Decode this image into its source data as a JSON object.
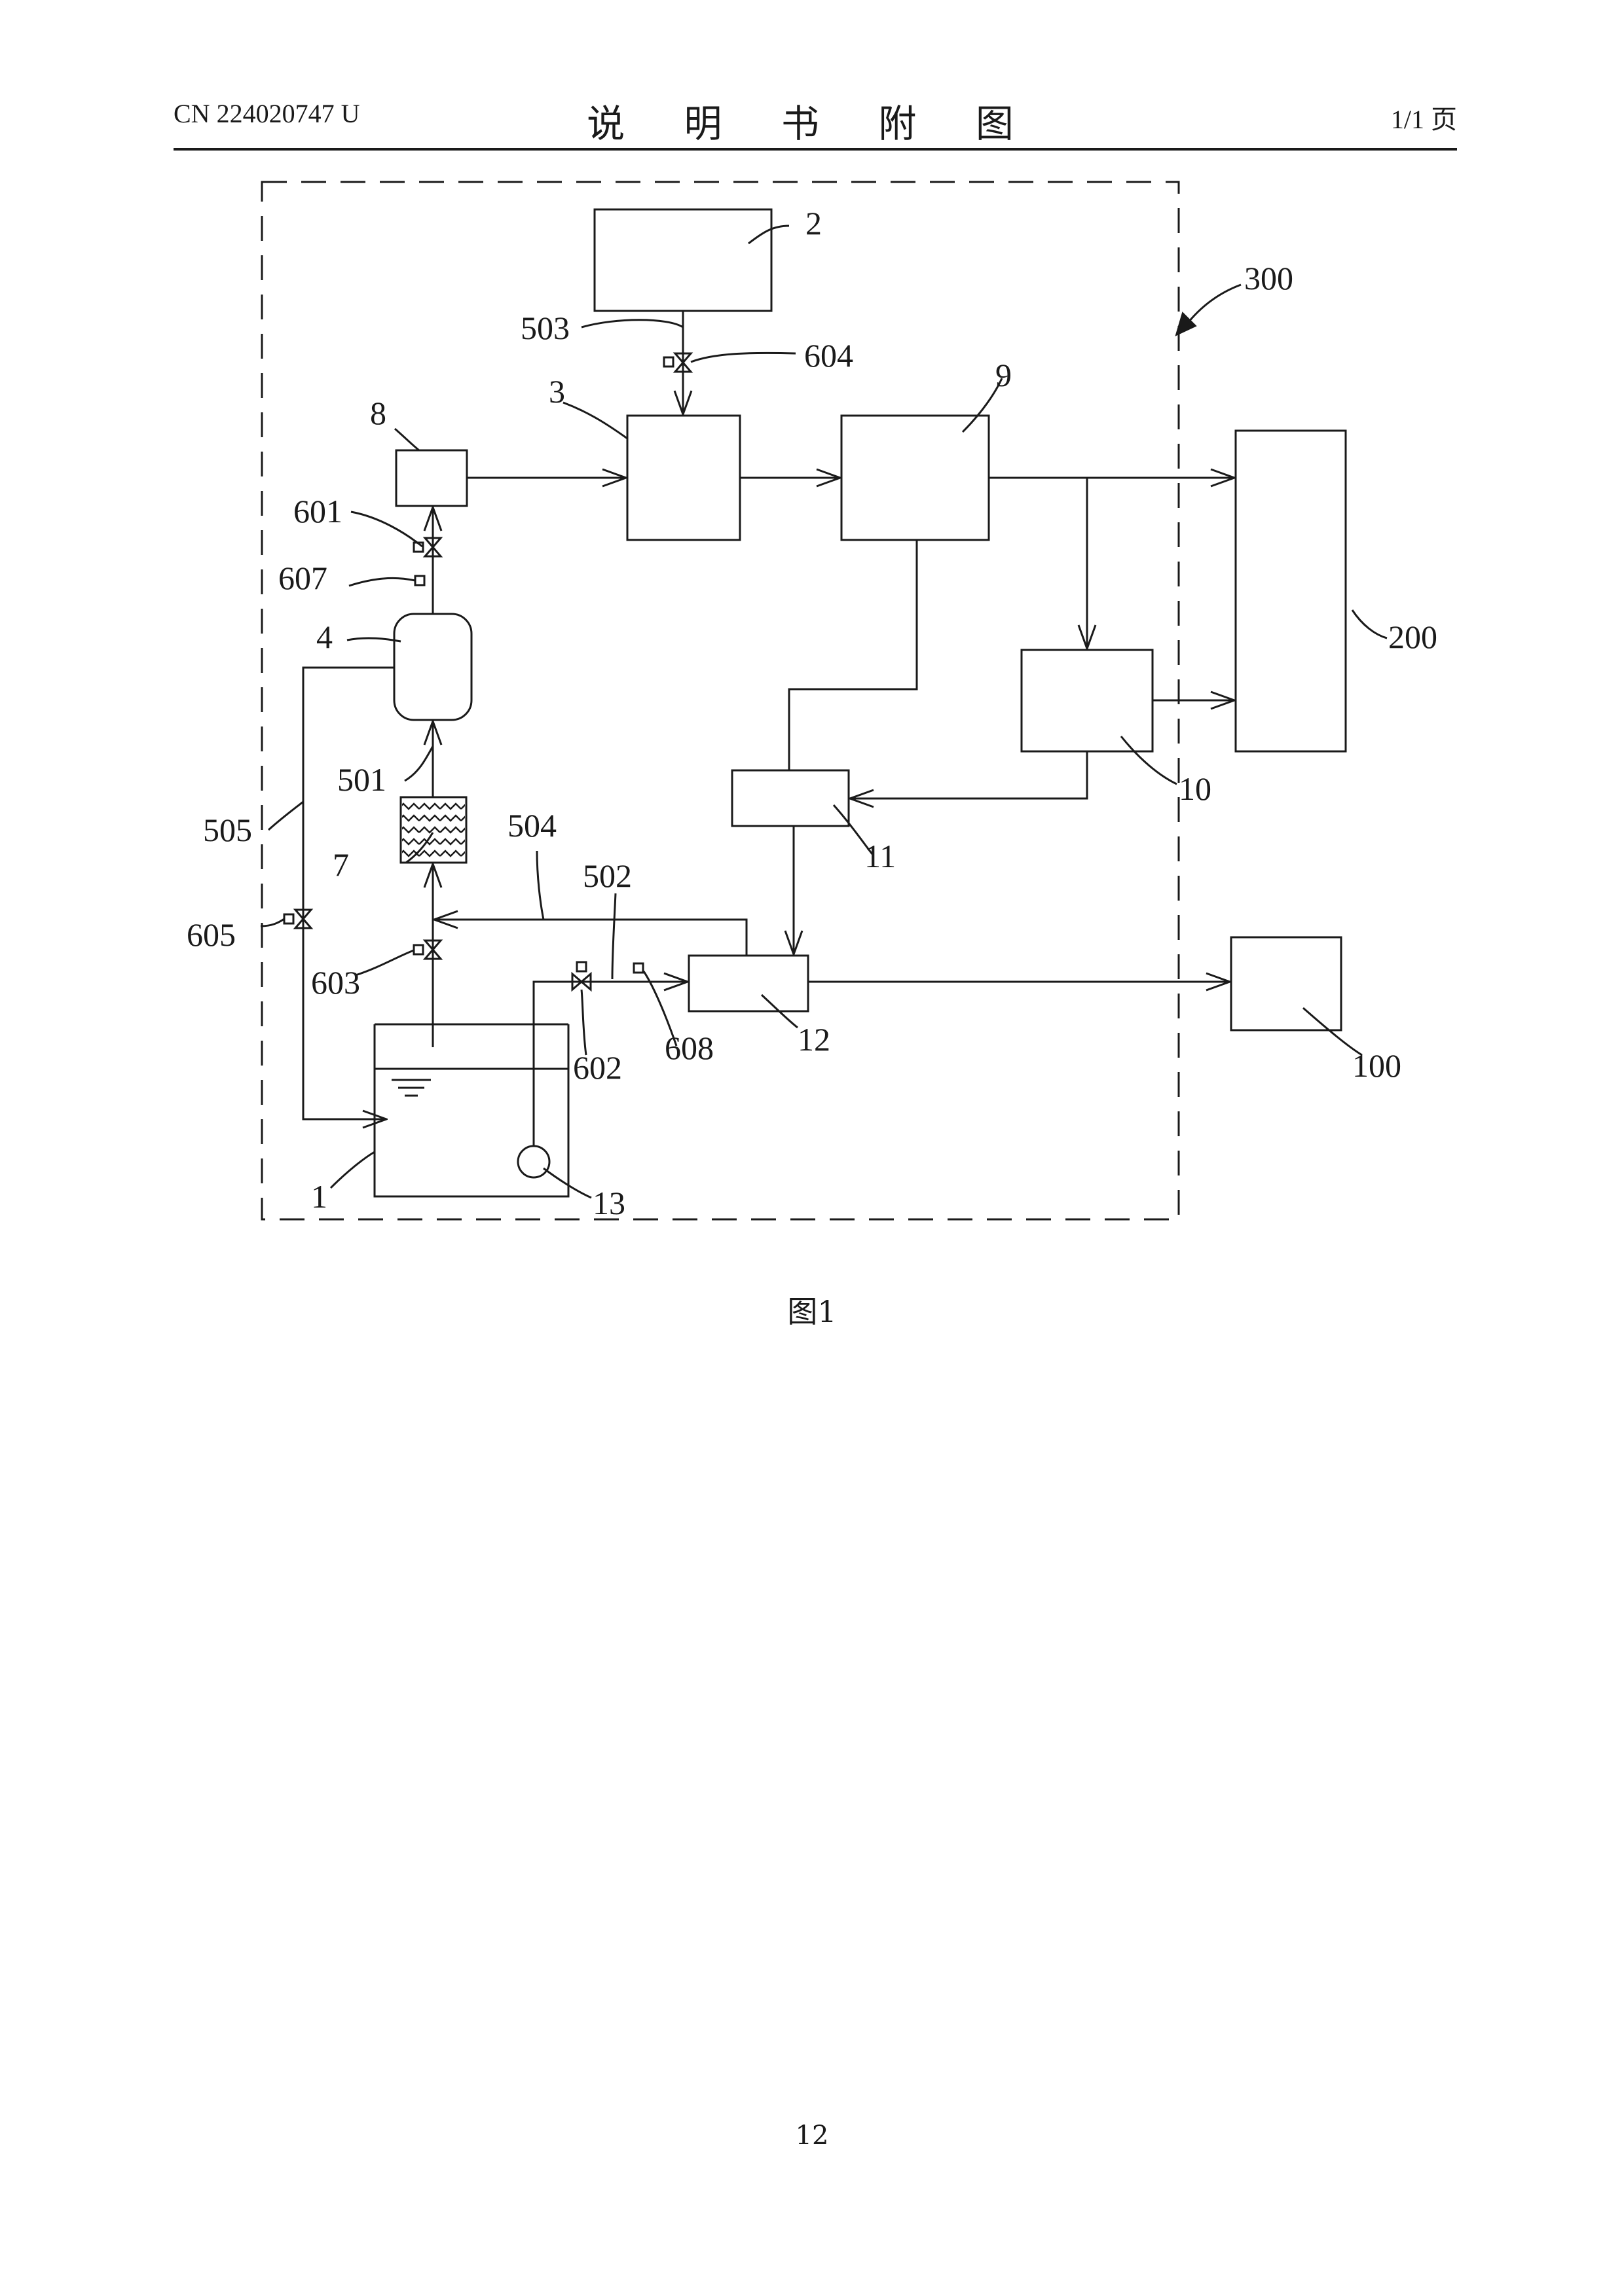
{
  "header": {
    "publication_number": "CN 224020747 U",
    "title": "说 明 书 附 图",
    "page_indicator": "1/1 页"
  },
  "figure": {
    "caption": "图1",
    "labels": {
      "l300": "300",
      "l200": "200",
      "l100": "100",
      "l2": "2",
      "l3": "3",
      "l9": "9",
      "l8": "8",
      "l4": "4",
      "l7": "7",
      "l10": "10",
      "l11": "11",
      "l12": "12",
      "l1": "1",
      "l13": "13",
      "l501": "501",
      "l502": "502",
      "l503": "503",
      "l504": "504",
      "l505": "505",
      "l601": "601",
      "l602": "602",
      "l603": "603",
      "l604": "604",
      "l605": "605",
      "l607": "607",
      "l608": "608"
    }
  },
  "footer": {
    "page_number": "12"
  }
}
